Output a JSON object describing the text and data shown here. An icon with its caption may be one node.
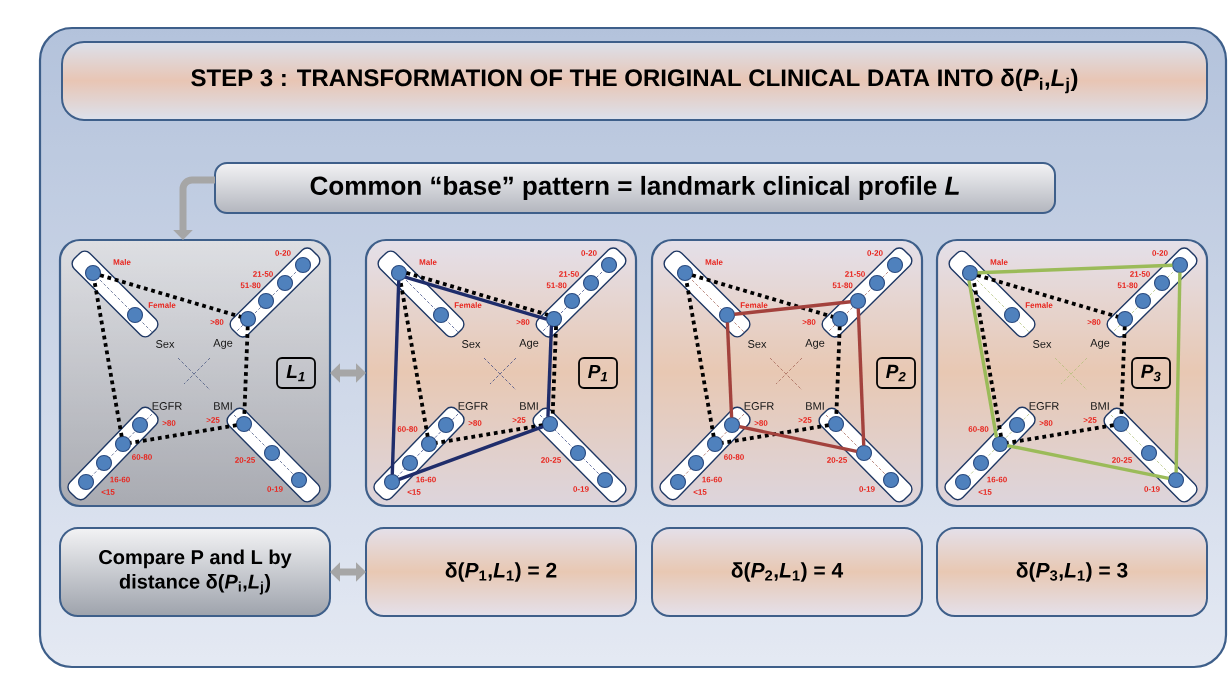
{
  "diagram": {
    "nodes": [
      {
        "text": [],
        "shape": "box"
      },
      {
        "text": [
          "STEP 3 : TRANSFORMATION OF THE ORIGINAL CLINICAL DATA INTO δ(*P*$_{i}$,*L*$_{j}$)"
        ],
        "in": 0
      },
      {
        "text": [
          "Common “base” pattern = landmark clinical profile *L*"
        ],
        "in": 0
      },
      {
        "text": [],
        "shape": "box",
        "in": 0
      },
      {
        "text": [],
        "shape": "bar",
        "in": 3,
        "beside": [
          "Sex"
        ]
      },
      {
        "text": [],
        "shape": "circle",
        "in": 4,
        "beside": [
          "Male"
        ]
      },
      {
        "text": [],
        "shape": "circle",
        "in": 4,
        "beside": [
          "Female"
        ]
      },
      {
        "text": [],
        "shape": "bar",
        "in": 3,
        "beside": [
          "Age"
        ]
      },
      {
        "text": [],
        "shape": "circle",
        "in": 7,
        "beside": [
          "0-20"
        ]
      },
      {
        "text": [],
        "shape": "circle",
        "in": 7,
        "beside": [
          "21-50"
        ]
      },
      {
        "text": [],
        "shape": "circle",
        "in": 7,
        "beside": [
          "51-80"
        ]
      },
      {
        "text": [],
        "shape": "circle",
        "in": 7,
        "beside": [
          ">80"
        ]
      },
      {
        "text": [],
        "shape": "bar",
        "in": 3,
        "beside": [
          "EGFR"
        ]
      },
      {
        "text": [],
        "shape": "circle",
        "in": 12,
        "beside": [
          ">80"
        ]
      },
      {
        "text": [],
        "shape": "circle",
        "in": 12,
        "beside": [
          "60-80"
        ]
      },
      {
        "text": [],
        "shape": "circle",
        "in": 12,
        "beside": [
          "16-60"
        ]
      },
      {
        "text": [],
        "shape": "circle",
        "in": 12,
        "beside": [
          "<15"
        ]
      },
      {
        "text": [],
        "shape": "bar",
        "in": 3,
        "beside": [
          "BMI"
        ]
      },
      {
        "text": [],
        "shape": "circle",
        "in": 17,
        "beside": [
          ">25"
        ]
      },
      {
        "text": [],
        "shape": "circle",
        "in": 17,
        "beside": [
          "20-25"
        ]
      },
      {
        "text": [],
        "shape": "circle",
        "in": 17,
        "beside": [
          "0-19"
        ]
      },
      {
        "text": [
          "L$_{1}$"
        ],
        "in": 3
      },
      {
        "text": [],
        "shape": "box",
        "in": 0
      },
      {
        "text": [],
        "shape": "bar",
        "in": 22,
        "beside": [
          "Sex"
        ]
      },
      {
        "text": [],
        "shape": "circle",
        "in": 23,
        "beside": [
          "Male"
        ]
      },
      {
        "text": [],
        "shape": "circle",
        "in": 23,
        "beside": [
          "Female"
        ]
      },
      {
        "text": [],
        "shape": "bar",
        "in": 22,
        "beside": [
          "Age"
        ]
      },
      {
        "text": [],
        "shape": "circle",
        "in": 26,
        "beside": [
          "0-20"
        ]
      },
      {
        "text": [],
        "shape": "circle",
        "in": 26,
        "beside": [
          "21-50"
        ]
      },
      {
        "text": [],
        "shape": "circle",
        "in": 26,
        "beside": [
          "51-80"
        ]
      },
      {
        "text": [],
        "shape": "circle",
        "in": 26,
        "beside": [
          ">80"
        ]
      },
      {
        "text": [],
        "shape": "bar",
        "in": 22,
        "beside": [
          "EGFR"
        ]
      },
      {
        "text": [],
        "shape": "circle",
        "in": 31,
        "beside": [
          ">80"
        ]
      },
      {
        "text": [],
        "shape": "circle",
        "in": 31,
        "beside": [
          "60-80"
        ]
      },
      {
        "text": [],
        "shape": "circle",
        "in": 31,
        "beside": [
          "16-60"
        ]
      },
      {
        "text": [],
        "shape": "circle",
        "in": 31,
        "beside": [
          "<15"
        ]
      },
      {
        "text": [],
        "shape": "bar",
        "in": 22,
        "beside": [
          "BMI"
        ]
      },
      {
        "text": [],
        "shape": "circle",
        "in": 36,
        "beside": [
          ">25"
        ]
      },
      {
        "text": [],
        "shape": "circle",
        "in": 36,
        "beside": [
          "20-25"
        ]
      },
      {
        "text": [],
        "shape": "circle",
        "in": 36,
        "beside": [
          "0-19"
        ]
      },
      {
        "text": [
          "P$_{1}$"
        ],
        "in": 22
      },
      {
        "text": [],
        "shape": "box",
        "in": 0
      },
      {
        "text": [],
        "shape": "bar",
        "in": 41,
        "beside": [
          "Sex"
        ]
      },
      {
        "text": [],
        "shape": "circle",
        "in": 42,
        "beside": [
          "Male"
        ]
      },
      {
        "text": [],
        "shape": "circle",
        "in": 42,
        "beside": [
          "Female"
        ]
      },
      {
        "text": [],
        "shape": "bar",
        "in": 41,
        "beside": [
          "Age"
        ]
      },
      {
        "text": [],
        "shape": "circle",
        "in": 45,
        "beside": [
          "0-20"
        ]
      },
      {
        "text": [],
        "shape": "circle",
        "in": 45,
        "beside": [
          "21-50"
        ]
      },
      {
        "text": [],
        "shape": "circle",
        "in": 45,
        "beside": [
          "51-80"
        ]
      },
      {
        "text": [],
        "shape": "circle",
        "in": 45,
        "beside": [
          ">80"
        ]
      },
      {
        "text": [],
        "shape": "bar",
        "in": 41,
        "beside": [
          "EGFR"
        ]
      },
      {
        "text": [],
        "shape": "circle",
        "in": 50,
        "beside": [
          ">80"
        ]
      },
      {
        "text": [],
        "shape": "circle",
        "in": 50,
        "beside": [
          "60-80"
        ]
      },
      {
        "text": [],
        "shape": "circle",
        "in": 50,
        "beside": [
          "16-60"
        ]
      },
      {
        "text": [],
        "shape": "circle",
        "in": 50,
        "beside": [
          "<15"
        ]
      },
      {
        "text": [],
        "shape": "bar",
        "in": 41,
        "beside": [
          "BMI"
        ]
      },
      {
        "text": [],
        "shape": "circle",
        "in": 55,
        "beside": [
          ">25"
        ]
      },
      {
        "text": [],
        "shape": "circle",
        "in": 55,
        "beside": [
          "20-25"
        ]
      },
      {
        "text": [],
        "shape": "circle",
        "in": 55,
        "beside": [
          "0-19"
        ]
      },
      {
        "text": [
          "P$_{2}$"
        ],
        "in": 41
      },
      {
        "text": [],
        "shape": "box",
        "in": 0
      },
      {
        "text": [],
        "shape": "bar",
        "in": 60,
        "beside": [
          "Sex"
        ]
      },
      {
        "text": [],
        "shape": "circle",
        "in": 61,
        "beside": [
          "Male"
        ]
      },
      {
        "text": [],
        "shape": "circle",
        "in": 61,
        "beside": [
          "Female"
        ]
      },
      {
        "text": [],
        "shape": "bar",
        "in": 60,
        "beside": [
          "Age"
        ]
      },
      {
        "text": [],
        "shape": "circle",
        "in": 64,
        "beside": [
          "0-20"
        ]
      },
      {
        "text": [],
        "shape": "circle",
        "in": 64,
        "beside": [
          "21-50"
        ]
      },
      {
        "text": [],
        "shape": "circle",
        "in": 64,
        "beside": [
          "51-80"
        ]
      },
      {
        "text": [],
        "shape": "circle",
        "in": 64,
        "beside": [
          ">80"
        ]
      },
      {
        "text": [],
        "shape": "bar",
        "in": 60,
        "beside": [
          "EGFR"
        ]
      },
      {
        "text": [],
        "shape": "circle",
        "in": 69,
        "beside": [
          ">80"
        ]
      },
      {
        "text": [],
        "shape": "circle",
        "in": 69,
        "beside": [
          "60-80"
        ]
      },
      {
        "text": [],
        "shape": "circle",
        "in": 69,
        "beside": [
          "16-60"
        ]
      },
      {
        "text": [],
        "shape": "circle",
        "in": 69,
        "beside": [
          "<15"
        ]
      },
      {
        "text": [],
        "shape": "bar",
        "in": 60,
        "beside": [
          "BMI"
        ]
      },
      {
        "text": [],
        "shape": "circle",
        "in": 74,
        "beside": [
          ">25"
        ]
      },
      {
        "text": [],
        "shape": "circle",
        "in": 74,
        "beside": [
          "20-25"
        ]
      },
      {
        "text": [],
        "shape": "circle",
        "in": 74,
        "beside": [
          "0-19"
        ]
      },
      {
        "text": [
          "P$_{3}$"
        ],
        "in": 60
      },
      {
        "text": [
          "Compare P and L by distance δ(*P*$_{i}$,*L*$_{j}$)"
        ],
        "in": 0
      },
      {
        "text": [
          "δ(*P*$_{1}$,*L*$_{1}$) = 2"
        ],
        "in": 0
      },
      {
        "text": [
          "δ(*P*$_{2}$,*L*$_{1}$) = 4"
        ],
        "in": 0
      },
      {
        "text": [
          "δ(*P*$_{3}$,*L*$_{1}$) = 3"
        ],
        "in": 0
      }
    ],
    "edges": [
      {
        "from": 2,
        "to": 3,
        "arrow": "to",
        "style": "thick",
        "color": "#a6a6a6"
      },
      {
        "from": 3,
        "to": 22,
        "arrow": "both",
        "style": "thick",
        "color": "#a6a6a6"
      },
      {
        "from": 79,
        "to": 80,
        "arrow": "both",
        "style": "thick",
        "color": "#a6a6a6"
      },
      {
        "from": 5,
        "to": 11,
        "arrow": "none",
        "style": "dashed"
      },
      {
        "from": 11,
        "to": 18,
        "arrow": "none",
        "style": "dashed"
      },
      {
        "from": 18,
        "to": 14,
        "arrow": "none",
        "style": "dashed"
      },
      {
        "from": 14,
        "to": 5,
        "arrow": "none",
        "style": "dashed"
      },
      {
        "from": 24,
        "to": 30,
        "arrow": "none",
        "style": "dashed"
      },
      {
        "from": 30,
        "to": 37,
        "arrow": "none",
        "style": "dashed"
      },
      {
        "from": 37,
        "to": 33,
        "arrow": "none",
        "style": "dashed"
      },
      {
        "from": 33,
        "to": 24,
        "arrow": "none",
        "style": "dashed"
      },
      {
        "from": 43,
        "to": 49,
        "arrow": "none",
        "style": "dashed"
      },
      {
        "from": 49,
        "to": 56,
        "arrow": "none",
        "style": "dashed"
      },
      {
        "from": 56,
        "to": 52,
        "arrow": "none",
        "style": "dashed"
      },
      {
        "from": 52,
        "to": 43,
        "arrow": "none",
        "style": "dashed"
      },
      {
        "from": 62,
        "to": 68,
        "arrow": "none",
        "style": "dashed"
      },
      {
        "from": 68,
        "to": 75,
        "arrow": "none",
        "style": "dashed"
      },
      {
        "from": 75,
        "to": 71,
        "arrow": "none",
        "style": "dashed"
      },
      {
        "from": 71,
        "to": 62,
        "arrow": "none",
        "style": "dashed"
      },
      {
        "from": 24,
        "to": 30,
        "arrow": "none",
        "color": "#1f2d6b"
      },
      {
        "from": 30,
        "to": 37,
        "arrow": "none",
        "color": "#1f2d6b"
      },
      {
        "from": 37,
        "to": 35,
        "arrow": "none",
        "color": "#1f2d6b"
      },
      {
        "from": 35,
        "to": 24,
        "arrow": "none",
        "color": "#1f2d6b"
      },
      {
        "from": 44,
        "to": 48,
        "arrow": "none",
        "color": "#a3423d"
      },
      {
        "from": 48,
        "to": 57,
        "arrow": "none",
        "color": "#a3423d"
      },
      {
        "from": 57,
        "to": 51,
        "arrow": "none",
        "color": "#a3423d"
      },
      {
        "from": 51,
        "to": 44,
        "arrow": "none",
        "color": "#a3423d"
      },
      {
        "from": 62,
        "to": 65,
        "arrow": "none",
        "color": "#9bbb59"
      },
      {
        "from": 65,
        "to": 77,
        "arrow": "none",
        "color": "#9bbb59"
      },
      {
        "from": 77,
        "to": 71,
        "arrow": "none",
        "color": "#9bbb59"
      },
      {
        "from": 71,
        "to": 62,
        "arrow": "none",
        "color": "#9bbb59"
      }
    ]
  }
}
